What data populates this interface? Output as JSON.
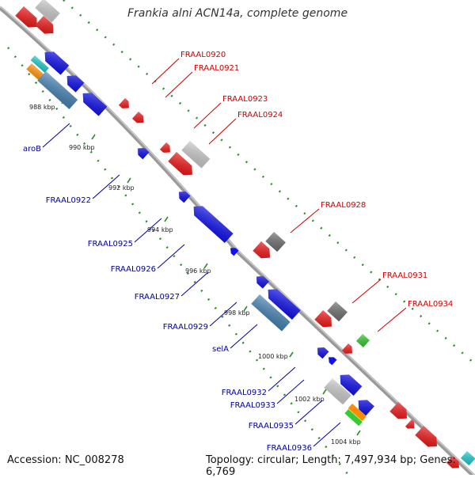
{
  "title": "Frankia alni ACN14a, complete genome",
  "footer": {
    "accession": "Accession: NC_008278",
    "summary": "Topology: circular; Length: 7,497,934 bp; Genes: 6,769"
  },
  "colors": {
    "backbone": "#8c8c8c",
    "forward_label": "#cc0000",
    "reverse_label": "#000099",
    "tick": "#2e8b2e",
    "red": "#ee1111",
    "blue": "#1111ee",
    "steelblue": "#4682b4",
    "gray": "#cccccc",
    "darkgray": "#707070",
    "orange": "#ff8c00",
    "cyan": "#22cccc",
    "green": "#33cc33"
  },
  "tick_labels": [
    "988 kbp",
    "990 kbp",
    "992 kbp",
    "994 kbp",
    "996 kbp",
    "998 kbp",
    "1000 kbp",
    "1002 kbp",
    "1004 kbp"
  ],
  "forward_labels": [
    "FRAAL0920",
    "FRAAL0921",
    "FRAAL0923",
    "FRAAL0924",
    "FRAAL0928",
    "FRAAL0931",
    "FRAAL0934"
  ],
  "reverse_labels": [
    "aroB",
    "FRAAL0922",
    "FRAAL0925",
    "FRAAL0926",
    "FRAAL0927",
    "FRAAL0929",
    "selA",
    "FRAAL0932",
    "FRAAL0933",
    "FRAAL0935",
    "FRAAL0936"
  ]
}
